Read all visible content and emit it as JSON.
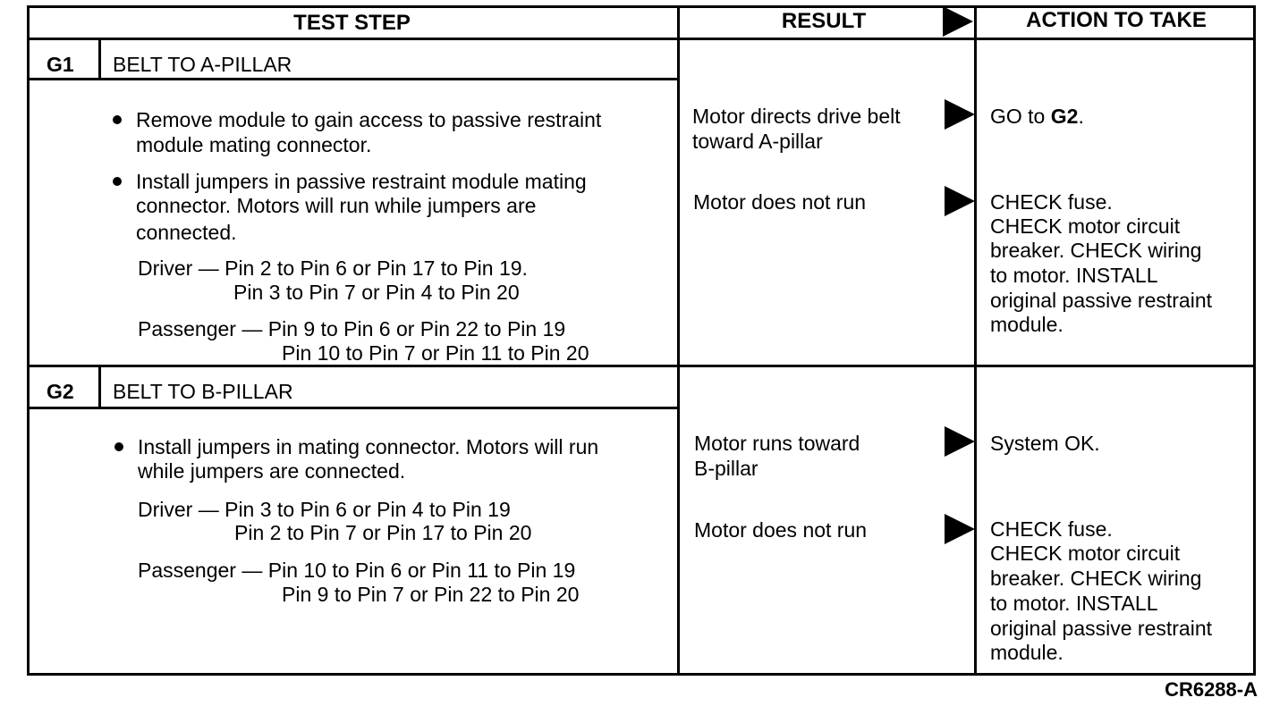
{
  "header": {
    "test_step": "TEST STEP",
    "result": "RESULT",
    "action": "ACTION TO TAKE"
  },
  "g1": {
    "id": "G1",
    "title": "BELT TO A-PILLAR",
    "bullet1_l1": "Remove module to gain access to passive restraint",
    "bullet1_l2": "module mating connector.",
    "bullet2_l1": "Install jumpers in passive restraint module mating",
    "bullet2_l2": "connector. Motors will run while jumpers are",
    "bullet2_l3": "connected.",
    "driver_l1": "Driver — Pin 2 to Pin 6 or Pin 17 to Pin 19.",
    "driver_l2": "Pin 3 to Pin 7 or Pin 4 to Pin 20",
    "passenger_l1": "Passenger — Pin 9 to Pin 6 or Pin 22 to Pin 19",
    "passenger_l2": "Pin 10 to Pin 7 or Pin 11 to Pin 20",
    "result1_l1": "Motor directs drive belt",
    "result1_l2": "toward A-pillar",
    "result2": "Motor does not run",
    "action1_pre": "GO to ",
    "action1_bold": "G2",
    "action1_post": ".",
    "action2_l1": "CHECK fuse.",
    "action2_l2": "CHECK motor circuit",
    "action2_l3": "breaker. CHECK wiring",
    "action2_l4": "to motor. INSTALL",
    "action2_l5": "original passive restraint",
    "action2_l6": "module."
  },
  "g2": {
    "id": "G2",
    "title": "BELT TO B-PILLAR",
    "bullet1_l1": "Install jumpers in mating connector. Motors will run",
    "bullet1_l2": "while jumpers are connected.",
    "driver_l1": "Driver — Pin 3 to Pin 6 or Pin 4 to Pin 19",
    "driver_l2": "Pin 2 to Pin 7 or Pin 17 to Pin 20",
    "passenger_l1": "Passenger — Pin 10 to Pin 6 or Pin 11 to Pin 19",
    "passenger_l2": "Pin 9 to Pin 7 or Pin 22 to Pin 20",
    "result1_l1": "Motor runs toward",
    "result1_l2": "B-pillar",
    "result2": "Motor does not run",
    "action1": "System OK.",
    "action2_l1": "CHECK fuse.",
    "action2_l2": "CHECK motor circuit",
    "action2_l3": "breaker. CHECK wiring",
    "action2_l4": "to motor. INSTALL",
    "action2_l5": "original passive restraint",
    "action2_l6": "module."
  },
  "figure_code": "CR6288-A"
}
